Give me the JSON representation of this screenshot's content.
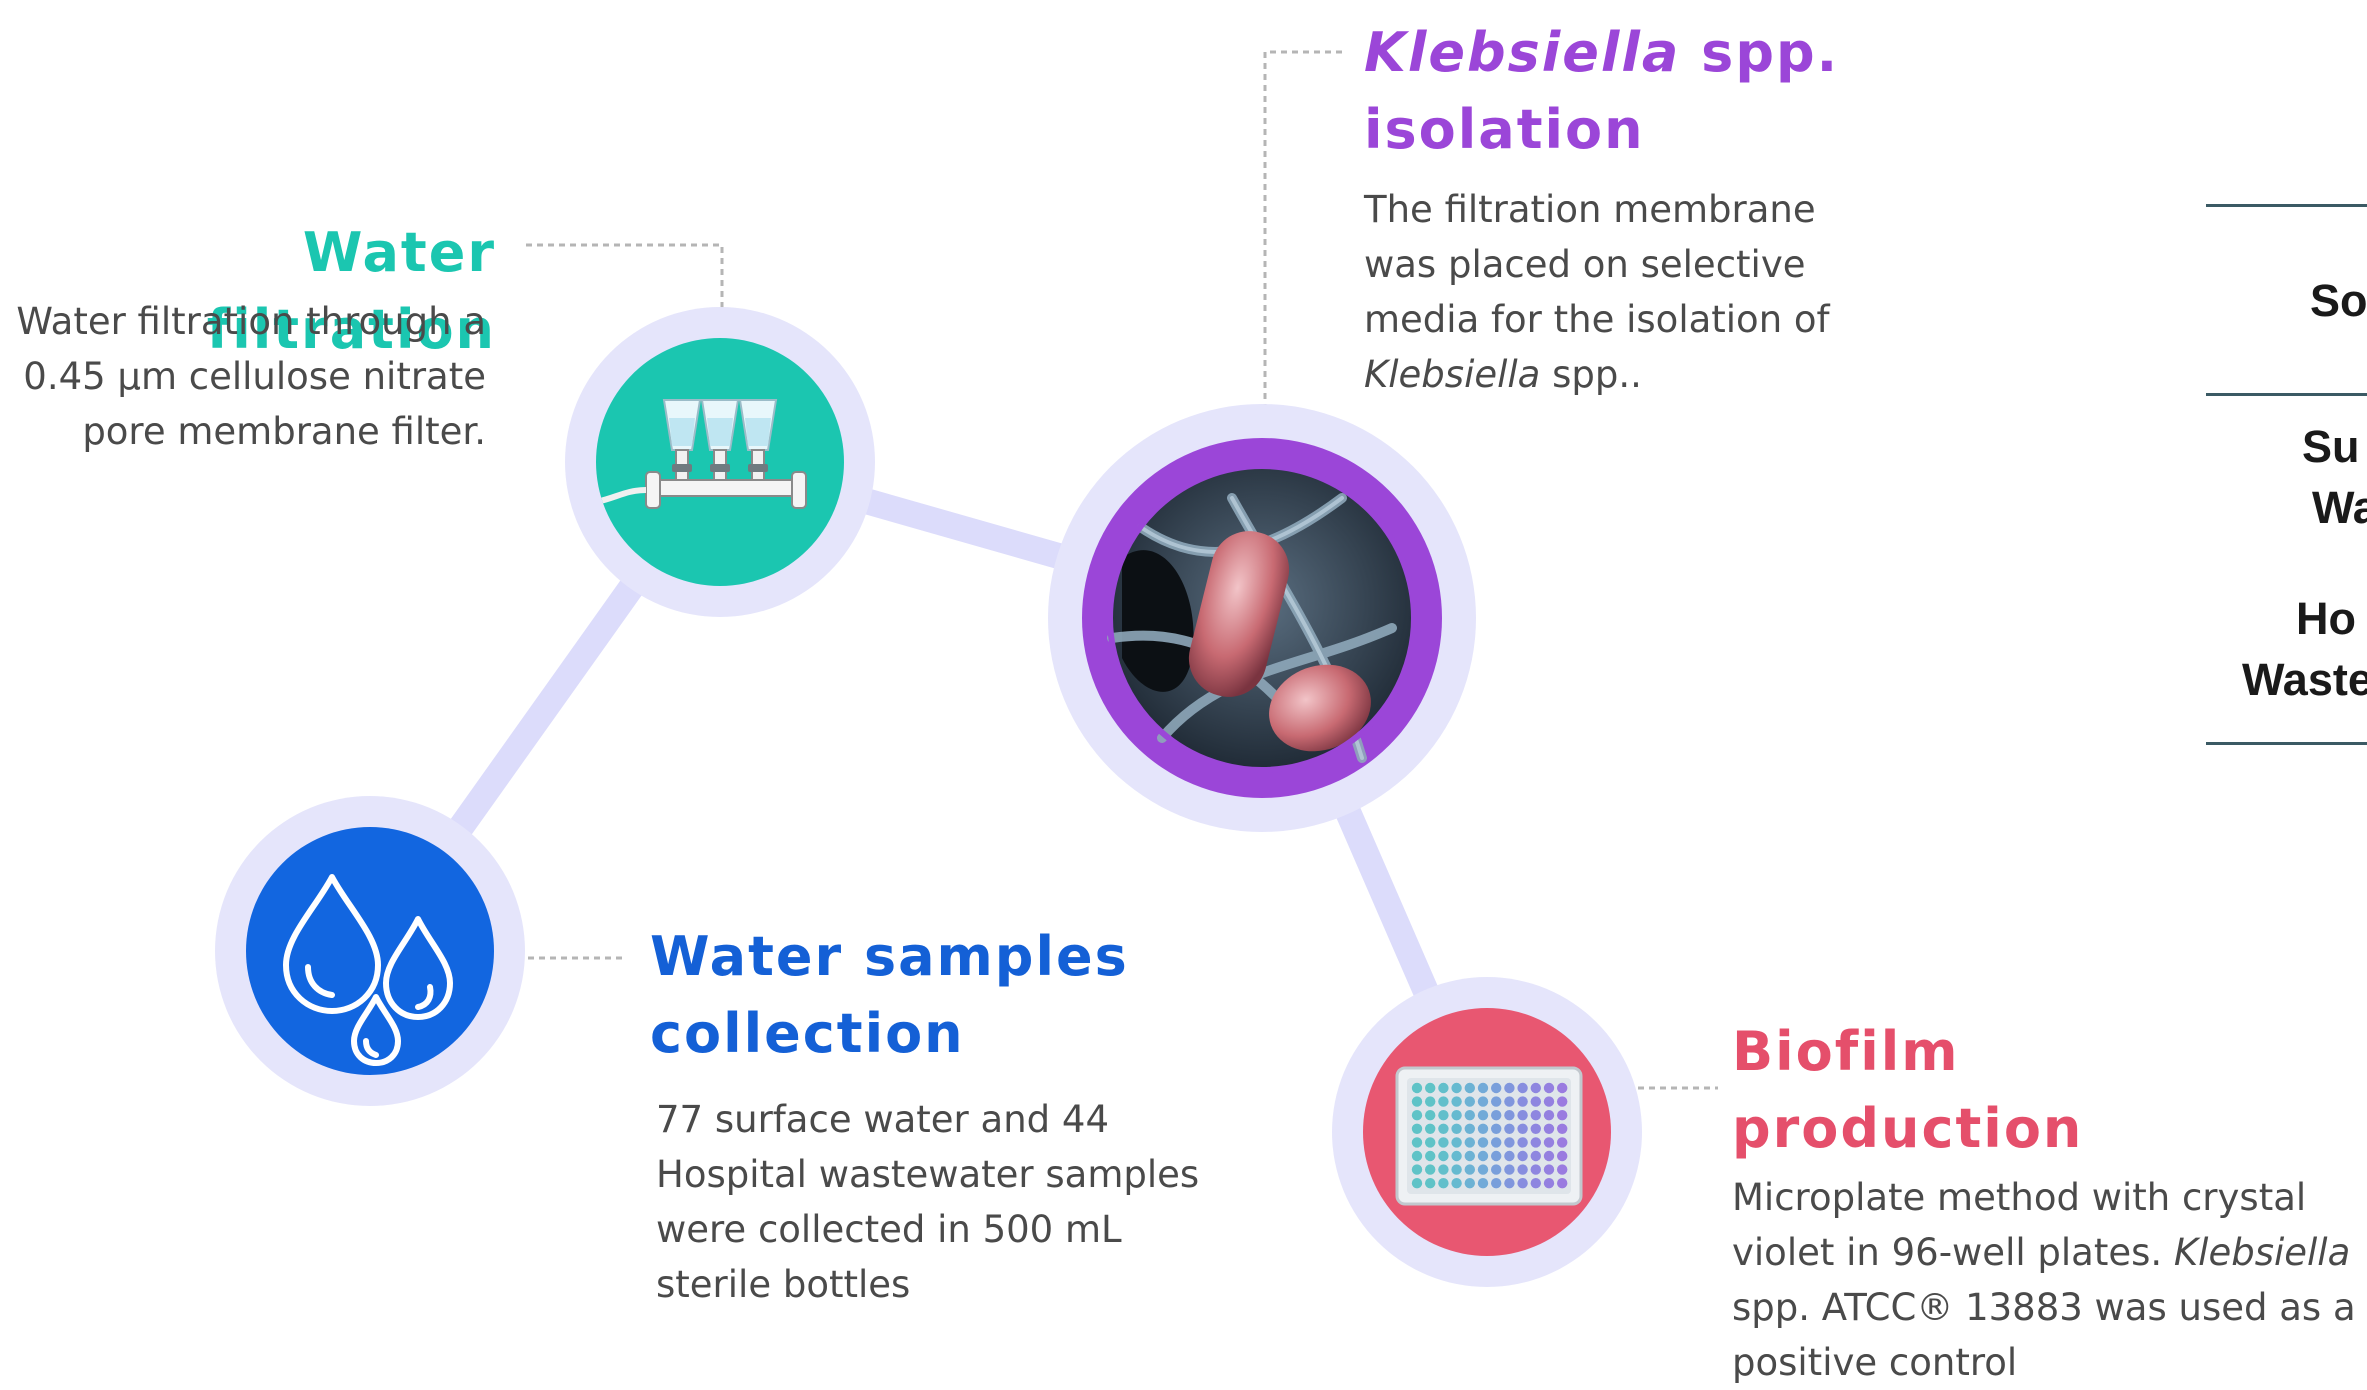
{
  "steps": {
    "filtration": {
      "title": "Water filtration",
      "description": "Water filtration through a 0.45 µm cellulose nitrate pore membrane filter.",
      "color": "#1bc6b0",
      "icon": "filtration-manifold-icon"
    },
    "klebsiella": {
      "title_italic": "Klebsiella",
      "title_rest": " spp. isolation",
      "description_main": "The filtration membrane was placed on selective media for the isolation of ",
      "description_italic": "Klebsiella",
      "description_end": " spp..",
      "color": "#9b46d8",
      "icon": "bacteria-micrograph-icon"
    },
    "samples": {
      "title": "Water samples collection",
      "description": "77 surface water and 44 Hospital wastewater samples were collected in 500 mL sterile bottles",
      "color": "#1460d6",
      "icon": "water-drops-icon"
    },
    "biofilm": {
      "title": "Biofilm production",
      "description_main": "Microplate method with crystal violet in 96-well plates. ",
      "description_italic": "Klebsiella",
      "description_end": " spp. ATCC® 13883 was used as a positive control",
      "color": "#e54f6b",
      "icon": "microplate-icon"
    }
  },
  "table_fragment": {
    "header": "So",
    "row1_line1": "Su",
    "row1_line2": "Wa",
    "row2_line1": "Ho",
    "row2_line2": "Waste"
  },
  "colors": {
    "ring": "#e5e5fb",
    "connector": "#dcdcfb",
    "leader": "#b5b5b5"
  }
}
